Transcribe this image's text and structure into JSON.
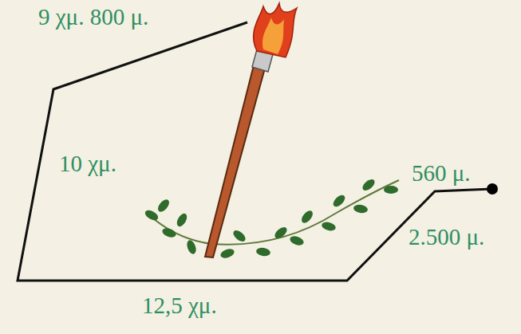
{
  "diagram": {
    "labels": [
      "9 χμ. 800 μ.",
      "10 χμ.",
      "560 μ.",
      "2.500 μ.",
      "12,5 χμ."
    ]
  }
}
